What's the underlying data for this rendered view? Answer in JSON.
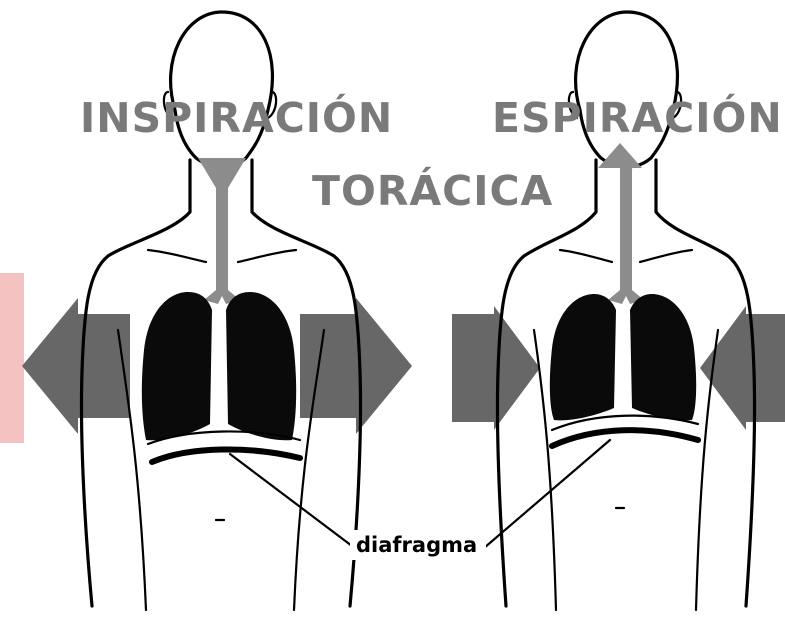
{
  "labels": {
    "inspiration": "INSPIRACIÓN",
    "expiration": "ESPIRACIÓN",
    "thoracic": "TORÁCICA",
    "diaphragm": "diafragma"
  },
  "colors": {
    "label_gray": "#7a7a7a",
    "arrow_gray": "#676767",
    "airway_gray": "#8c8c8c",
    "lung_black": "#0a0a0a",
    "outline_black": "#000000",
    "watermark_pink": "#f5c2c2",
    "background": "#ffffff"
  },
  "figures": {
    "left": {
      "phase": "inspiration",
      "arrow_direction": "outward",
      "airflow": "in"
    },
    "right": {
      "phase": "expiration",
      "arrow_direction": "inward",
      "airflow": "out"
    }
  }
}
